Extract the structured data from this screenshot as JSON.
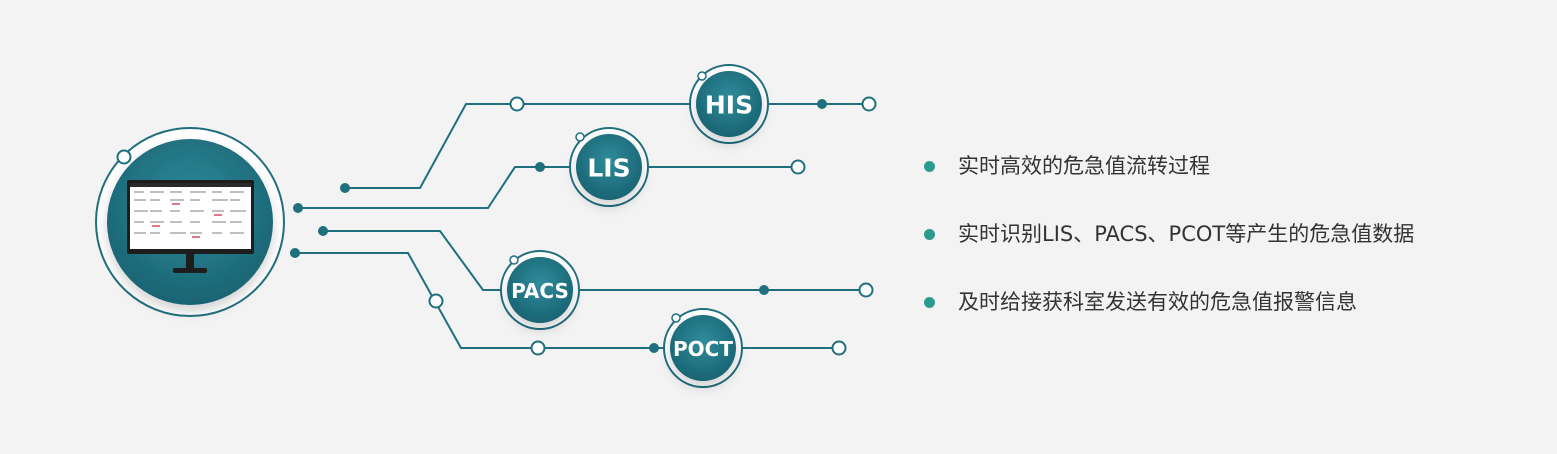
{
  "nodes": {
    "his": "HIS",
    "lis": "LIS",
    "pacs": "PACS",
    "poct": "POCT"
  },
  "features": [
    "实时高效的危急值流转过程",
    "实时识别LIS、PACS、PCOT等产生的危急值数据",
    "及时给接获科室发送有效的危急值报警信息"
  ],
  "colors": {
    "line": "#1f6f7e",
    "node_fill": "#1e6b7d",
    "bullet": "#2b9b8f",
    "text": "#333333",
    "background": "#f3f3f3"
  }
}
